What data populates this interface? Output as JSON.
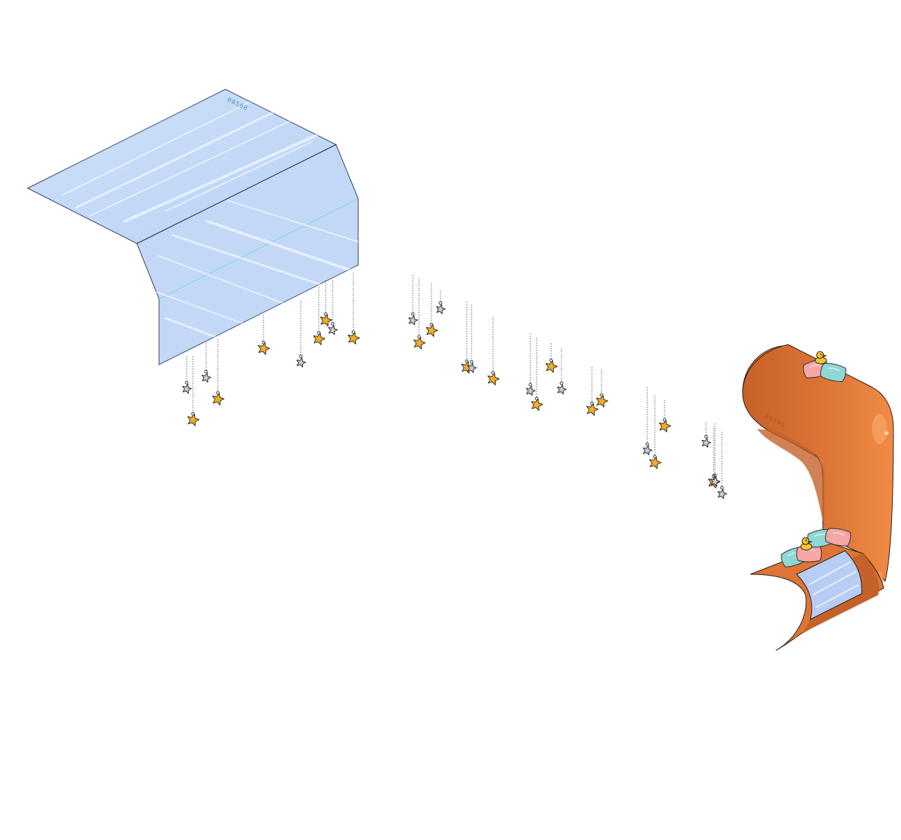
{
  "scene": {
    "background": "#ffffff",
    "colors": {
      "glass_fill": "#c6dbf8",
      "glass_edge": "#2b3b55",
      "glass_seam": "#79d3e6",
      "glass_stamp": "#4d93b8",
      "tube_orange": "#dc7535",
      "tube_orange_dark": "#b3551f",
      "tube_orange_light": "#f08a45",
      "star_gold": "#f4ad23",
      "star_silver": "#c5ccd6",
      "pillow_pink": "#f5a7a7",
      "pillow_teal": "#8ed7d4",
      "duck_yellow": "#f4c531"
    },
    "glass_panel": {
      "stamp_text": "00500"
    },
    "tube_slide": {
      "stamp_text": "00500"
    },
    "hanging_stars": [
      {
        "color": "silver"
      },
      {
        "color": "gold"
      },
      {
        "color": "silver"
      },
      {
        "color": "gold"
      },
      {
        "color": "gold"
      },
      {
        "color": "silver"
      },
      {
        "color": "gold"
      },
      {
        "color": "gold"
      },
      {
        "color": "silver"
      },
      {
        "color": "gold"
      },
      {
        "color": "silver"
      },
      {
        "color": "gold"
      },
      {
        "color": "gold"
      },
      {
        "color": "silver"
      },
      {
        "color": "gold"
      },
      {
        "color": "silver"
      },
      {
        "color": "gold"
      },
      {
        "color": "silver"
      },
      {
        "color": "gold"
      },
      {
        "color": "gold"
      },
      {
        "color": "silver"
      },
      {
        "color": "gold"
      },
      {
        "color": "gold"
      },
      {
        "color": "silver"
      },
      {
        "color": "gold"
      },
      {
        "color": "gold"
      },
      {
        "color": "silver"
      },
      {
        "color": "gold"
      },
      {
        "color": "silver"
      },
      {
        "color": "silver"
      }
    ],
    "pillows_top": [
      {
        "color": "pink"
      },
      {
        "color": "teal"
      }
    ],
    "pillows_bottom": [
      {
        "color": "teal"
      },
      {
        "color": "pink"
      },
      {
        "color": "teal"
      },
      {
        "color": "pink"
      }
    ],
    "ducks": [
      {
        "spot": "top"
      },
      {
        "spot": "bottom"
      }
    ]
  }
}
